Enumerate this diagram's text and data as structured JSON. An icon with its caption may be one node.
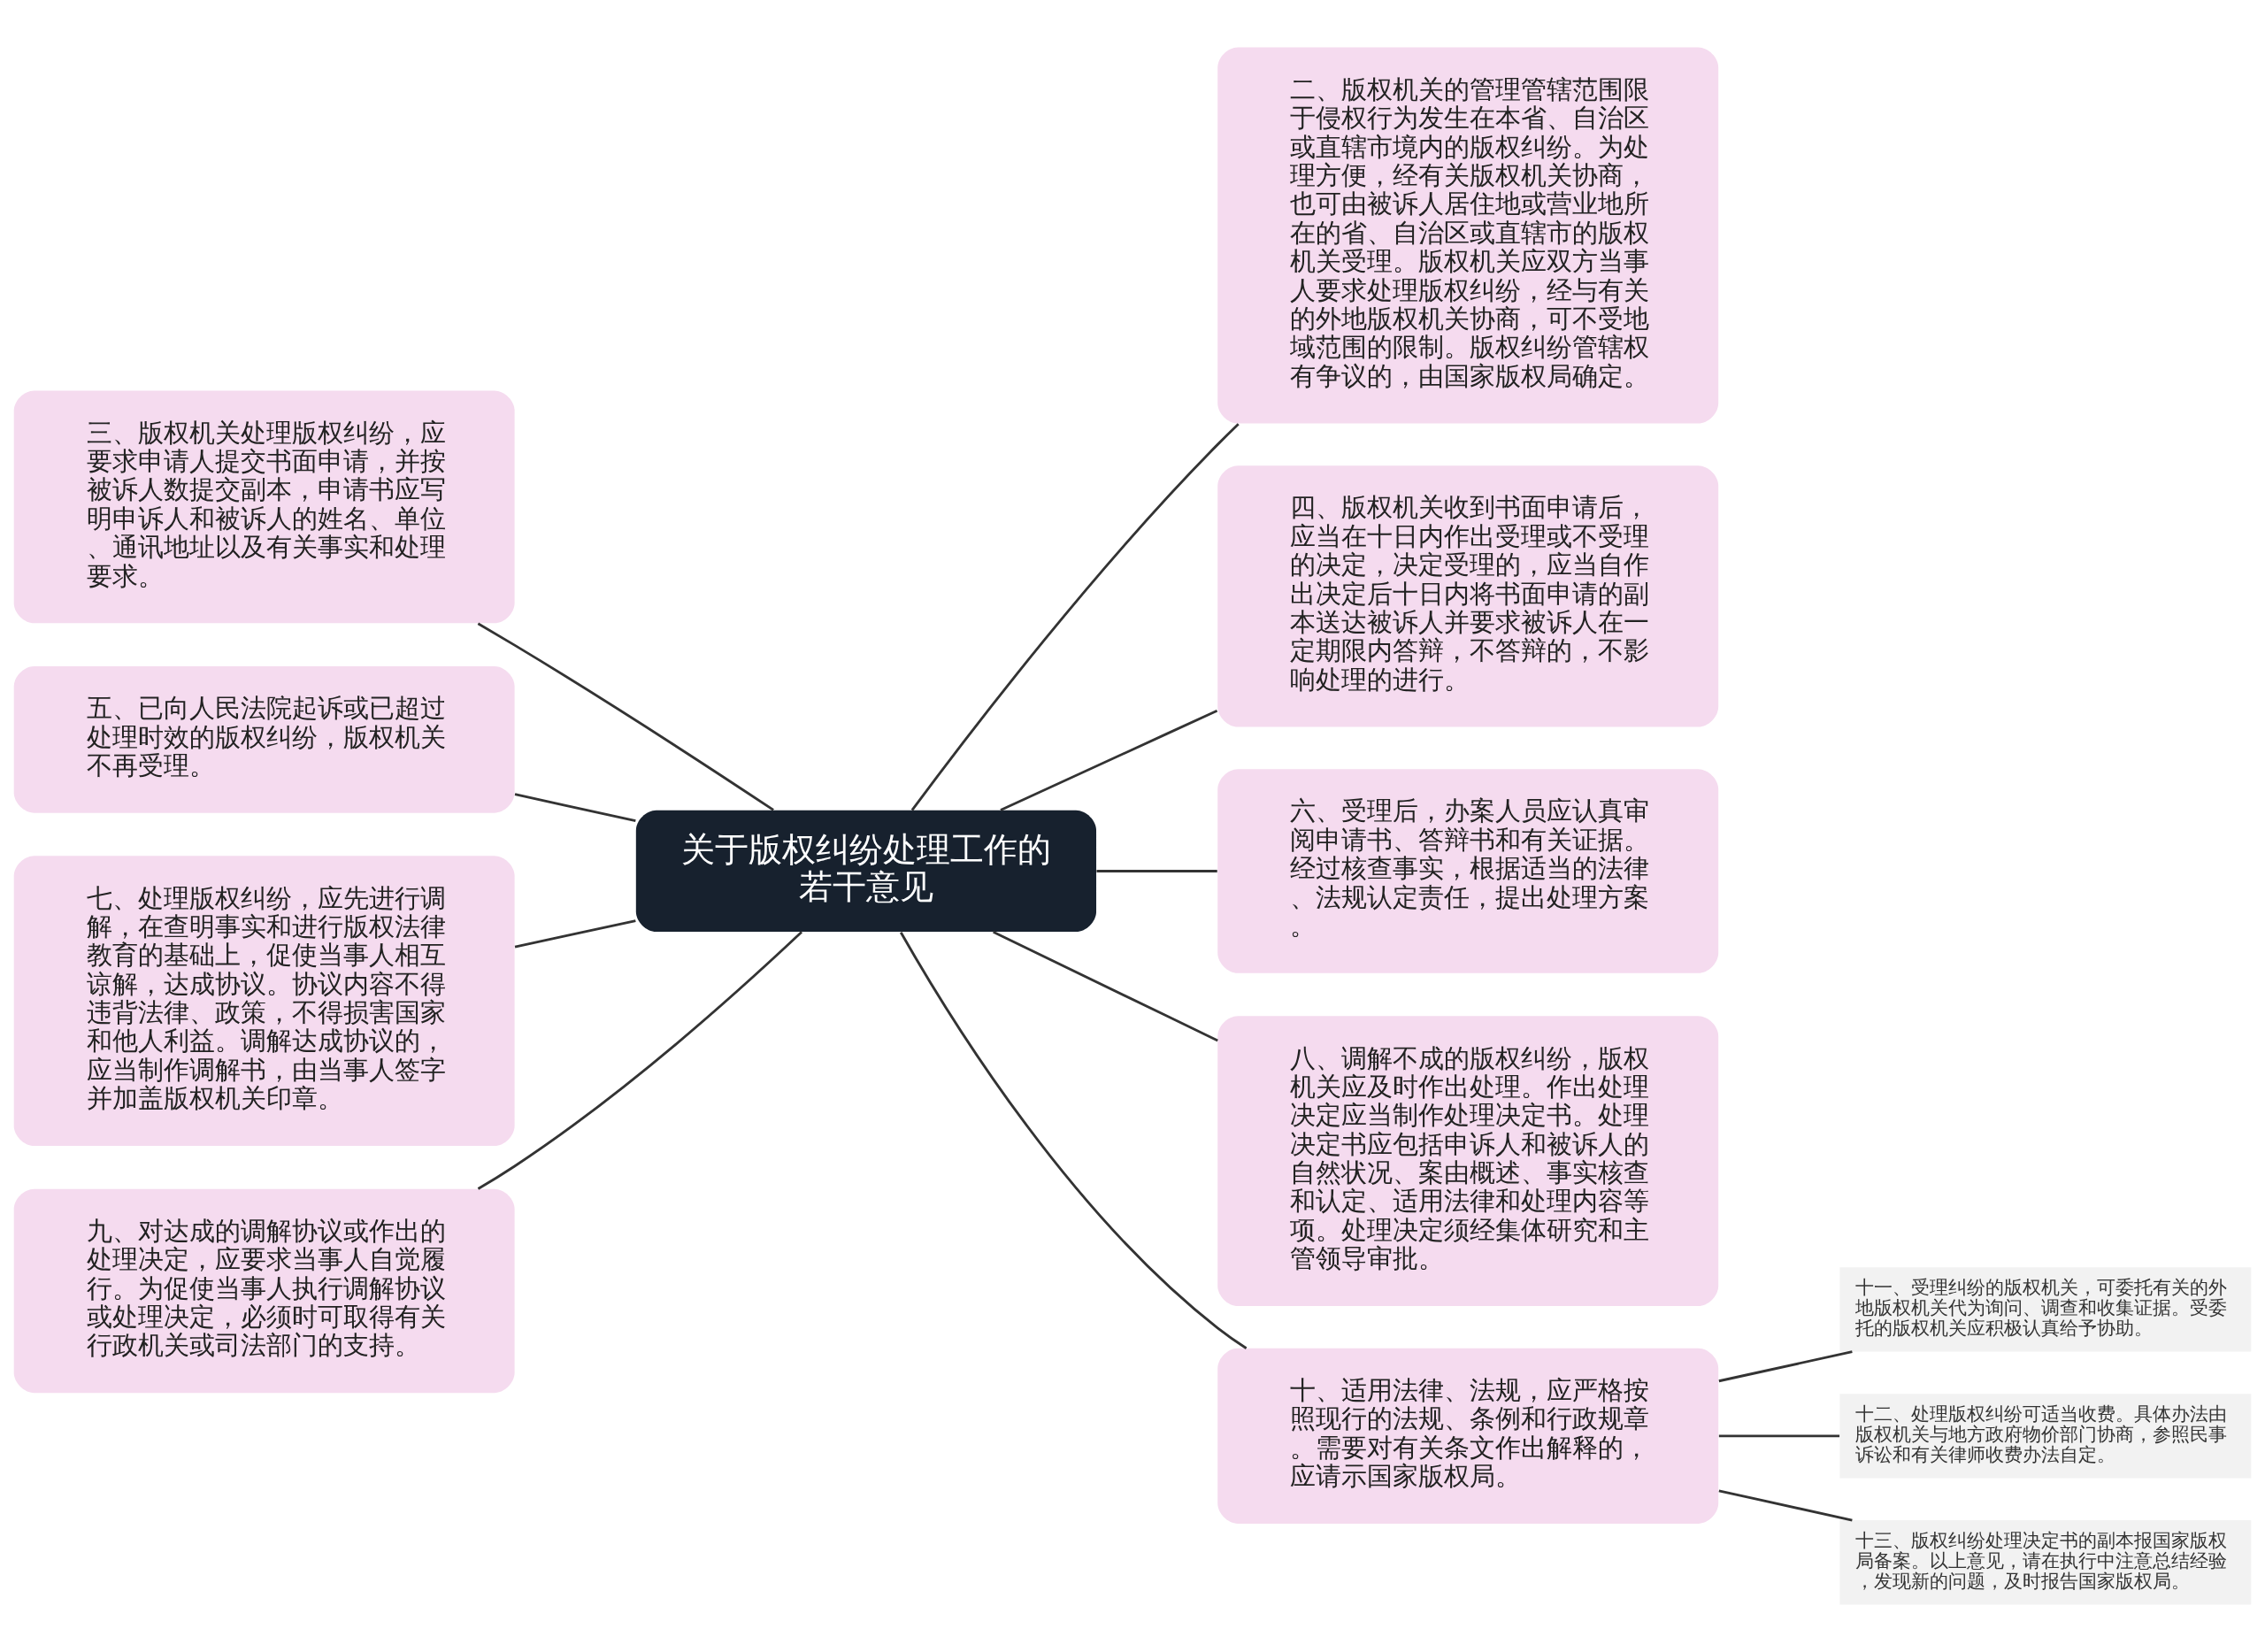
{
  "diagram": {
    "nodes": [
      {
        "text": [
          "关于版权纠纷处理工作的若干意见"
        ]
      },
      {
        "text": [
          "二、版权机关的管理管辖范围限于侵权行为发生在本省、自治区或直辖市境内的版权纠纷。为处理方便，经有关版权机关协商，也可由被诉人居住地或营业地所在的省、自治区或直辖市的版权机关受理。版权机关应双方当事人要求处理版权纠纷，经与有关的外地版权机关协商，可不受地域范围的限制。版权纠纷管辖权有争议的，由国家版权局确定。"
        ]
      },
      {
        "text": [
          "四、版权机关收到书面申请后，应当在十日内作出受理或不受理的决定，决定受理的，应当自作出决定后十日内将书面申请的副本送达被诉人并要求被诉人在一定期限内答辩，不答辩的，不影响处理的进行。"
        ]
      },
      {
        "text": [
          "六、受理后，办案人员应认真审阅申请书、答辩书和有关证据。经过核查事实，根据适当的法律、法规认定责任，提出处理方案。"
        ]
      },
      {
        "text": [
          "八、调解不成的版权纠纷，版权机关应及时作出处理。作出处理决定应当制作处理决定书。处理决定书应包括申诉人和被诉人的自然状况、案由概述、事实核查和认定、适用法律和处理内容等项。处理决定须经集体研究和主管领导审批。"
        ]
      },
      {
        "text": [
          "十、适用法律、法规，应严格按照现行的法规、条例和行政规章。需要对有关条文作出解释的，应请示国家版权局。"
        ]
      },
      {
        "text": [
          "三、版权机关处理版权纠纷，应要求申请人提交书面申请，并按被诉人数提交副本，申请书应写明申诉人和被诉人的姓名、单位、通讯地址以及有关事实和处理要求。"
        ]
      },
      {
        "text": [
          "五、已向人民法院起诉或已超过处理时效的版权纠纷，版权机关不再受理。"
        ]
      },
      {
        "text": [
          "七、处理版权纠纷，应先进行调解，在查明事实和进行版权法律教育的基础上，促使当事人相互谅解，达成协议。协议内容不得违背法律、政策，不得损害国家和他人利益。调解达成协议的，应当制作调解书，由当事人签字并加盖版权机关印章。"
        ]
      },
      {
        "text": [
          "九、对达成的调解协议或作出的处理决定，应要求当事人自觉履行。为促使当事人执行调解协议或处理决定，必须时可取得有关行政机关或司法部门的支持。"
        ]
      },
      {
        "text": [
          "十一、受理纠纷的版权机关，可委托有关的外地版权机关代为询问、调查和收集证据。受委托的版权机关应积极认真给予协助。"
        ]
      },
      {
        "text": [
          "十二、处理版权纠纷可适当收费。具体办法由版权机关与地方政府物价部门协商，参照民事诉讼和有关律师收费办法自定。"
        ]
      },
      {
        "text": [
          "十三、版权纠纷处理决定书的副本报国家版权局备案。以上意见，请在执行中注意总结经验，发现新的问题，及时报告国家版权局。"
        ]
      }
    ],
    "edges": [
      {
        "from": 0,
        "to": 1,
        "arrow": "none"
      },
      {
        "from": 0,
        "to": 2,
        "arrow": "none"
      },
      {
        "from": 0,
        "to": 3,
        "arrow": "none"
      },
      {
        "from": 0,
        "to": 4,
        "arrow": "none"
      },
      {
        "from": 0,
        "to": 5,
        "arrow": "none"
      },
      {
        "from": 0,
        "to": 6,
        "arrow": "none"
      },
      {
        "from": 0,
        "to": 7,
        "arrow": "none"
      },
      {
        "from": 0,
        "to": 8,
        "arrow": "none"
      },
      {
        "from": 0,
        "to": 9,
        "arrow": "none"
      },
      {
        "from": 5,
        "to": 10,
        "arrow": "none"
      },
      {
        "from": 5,
        "to": 11,
        "arrow": "none"
      },
      {
        "from": 5,
        "to": 12,
        "arrow": "none"
      }
    ]
  }
}
